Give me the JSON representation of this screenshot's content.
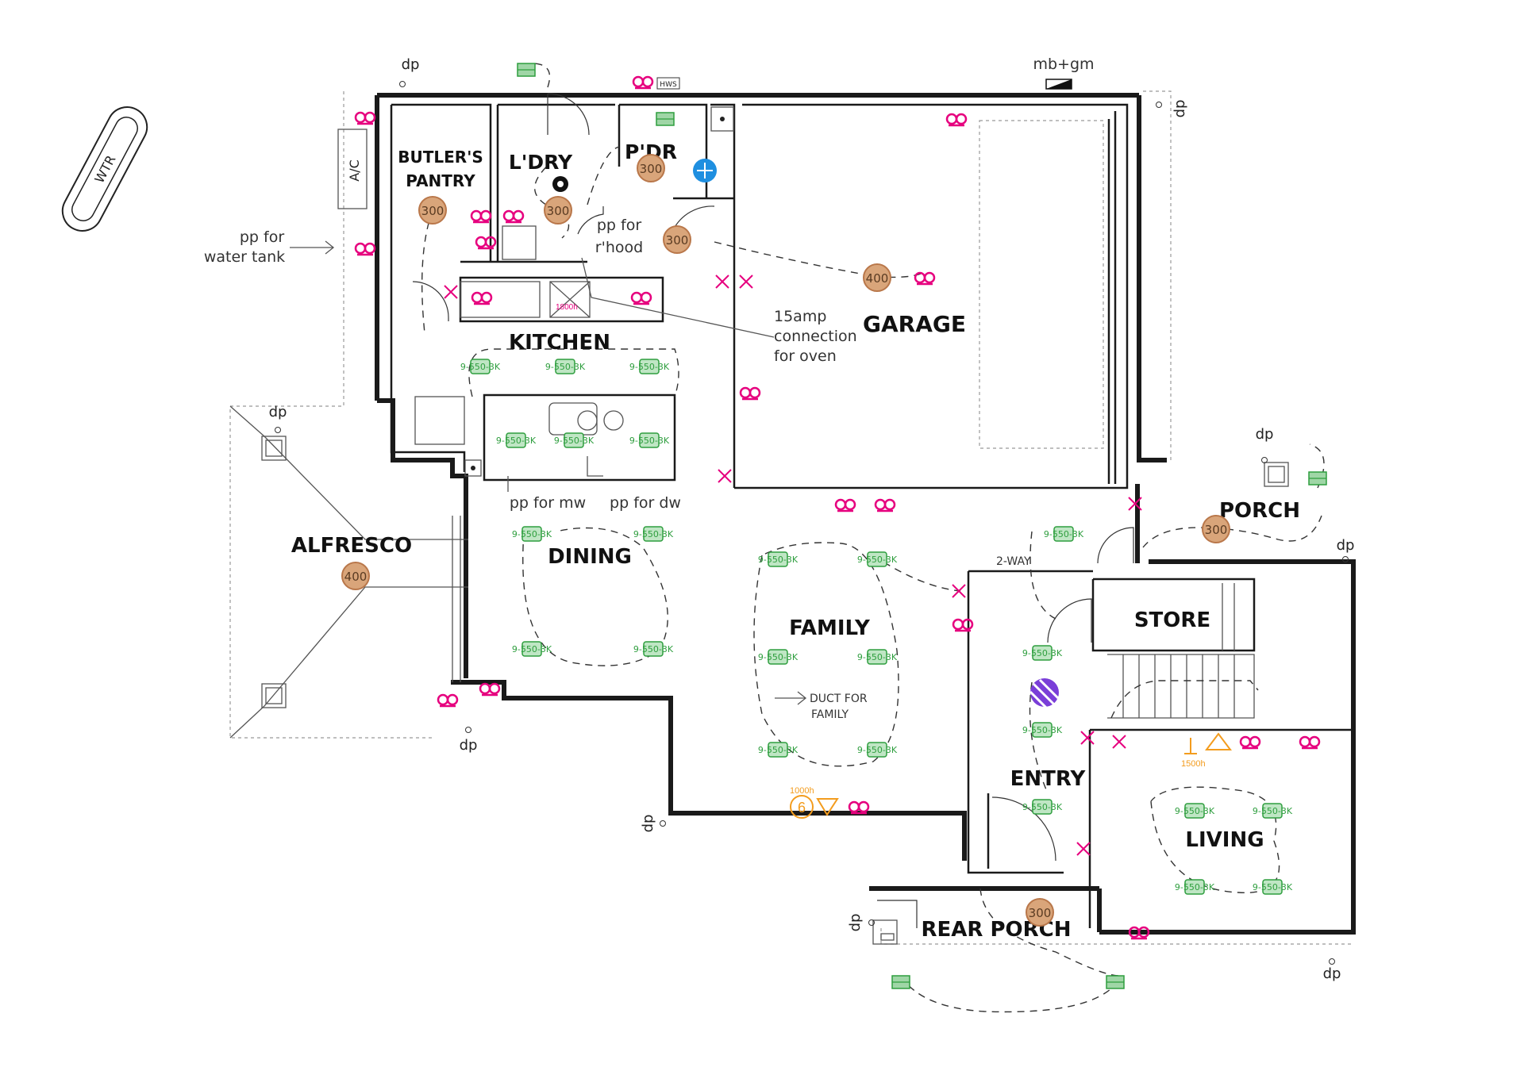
{
  "rooms": {
    "butlers_pantry_1": "BUTLER'S",
    "butlers_pantry_2": "PANTRY",
    "laundry": "L'DRY",
    "powder": "P'DR",
    "kitchen": "KITCHEN",
    "garage": "GARAGE",
    "alfresco": "ALFRESCO",
    "dining": "DINING",
    "family": "FAMILY",
    "porch": "PORCH",
    "store": "STORE",
    "entry": "ENTRY",
    "living": "LIVING",
    "rear_porch": "REAR PORCH"
  },
  "notes": {
    "wtr": "WTR",
    "ac": "A/C",
    "pp_water_1": "pp for",
    "pp_water_2": "water tank",
    "pp_rhood_1": "pp for",
    "pp_rhood_2": "r'hood",
    "oven_1": "15amp",
    "oven_2": "connection",
    "oven_3": "for oven",
    "pp_mw": "pp for mw",
    "pp_dw": "pp for dw",
    "duct_1": "DUCT FOR",
    "duct_2": "FAMILY",
    "two_way": "2-WAY",
    "mb_gm": "mb+gm",
    "hws": "HWS"
  },
  "downpipes": [
    "dp",
    "dp",
    "dp",
    "dp",
    "dp",
    "dp",
    "dp",
    "dp",
    "dp"
  ],
  "light_400": "400",
  "light_300": "300",
  "downlight_code": "9-550-3K",
  "fan_6": "6",
  "height_1800": "1800h",
  "height_1500": "1500h",
  "height_1000": "1000h",
  "colors": {
    "wall": "#1a1a1a",
    "power_point": "#e6007e",
    "downlight": "#2e9e3e",
    "pendant_fill": "#d9a57a",
    "pendant_stroke": "#b9774a",
    "fan_accent": "#f39c1e",
    "detector": "#7a3ed8",
    "exhaust_fan": "#1f8fe0"
  }
}
